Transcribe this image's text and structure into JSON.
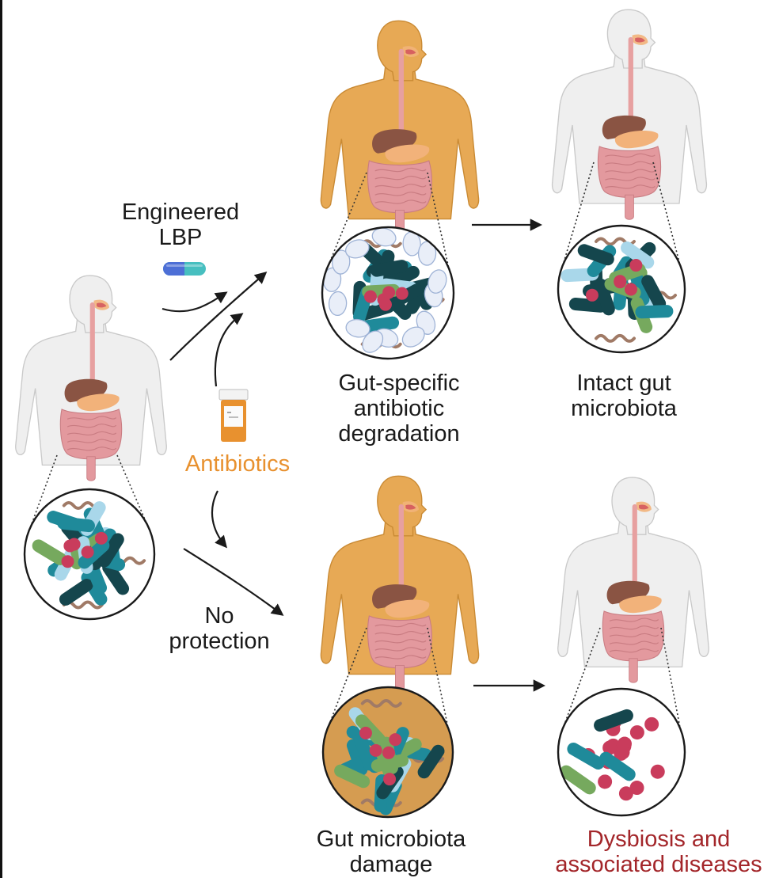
{
  "labels": {
    "engineered_lbp": [
      "Engineered",
      "LBP"
    ],
    "antibiotics": "Antibiotics",
    "no_protection": [
      "No",
      "protection"
    ],
    "gut_specific": [
      "Gut-specific",
      "antibiotic",
      "degradation"
    ],
    "intact": [
      "Intact gut",
      "microbiota"
    ],
    "damage": [
      "Gut microbiota",
      "damage"
    ],
    "dysbiosis": [
      "Dysbiosis and",
      "associated diseases"
    ]
  },
  "colors": {
    "antibiotics_text": "#e8912f",
    "dysbiosis_text": "#a3262a",
    "body_gray": "#efefef",
    "body_gray_stroke": "#c9c9c9",
    "body_orange": "#e7a955",
    "body_orange_stroke": "#c98a34",
    "intestine": "#e3999e",
    "esophagus": "#e7a0a0",
    "liver": "#8a5443",
    "stomach": "#f2b27a",
    "bacteria_dark": "#15464d",
    "bacteria_teal": "#1f8a9a",
    "bacteria_green": "#76a95e",
    "bacteria_red": "#c93c5c",
    "bacteria_lightblue": "#a9d7ea",
    "worm": "#a07a66",
    "pill_blue": "#4d6fd6",
    "pill_teal": "#47bfc0",
    "bottle_orange": "#e8912f",
    "damage_fill": "#d59c51",
    "arrow": "#1a1a1a"
  },
  "icons": [
    "human-figure-icon",
    "microbiota-circle-icon",
    "capsule-icon",
    "pill-bottle-icon",
    "arrow-icon"
  ]
}
